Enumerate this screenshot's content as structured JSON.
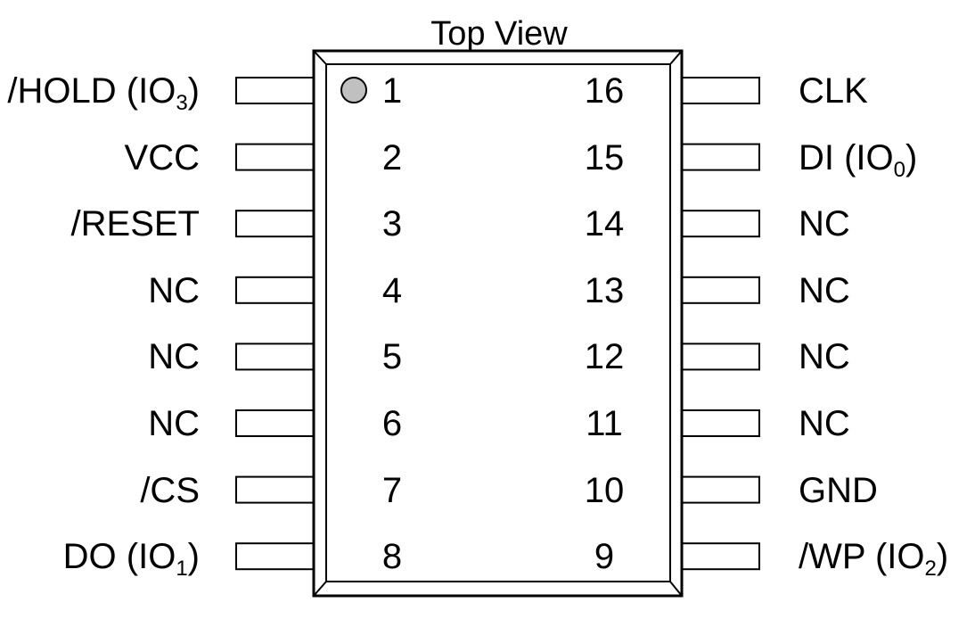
{
  "diagram": {
    "title": "Top View",
    "left_pins": [
      {
        "number": "1",
        "name": "/HOLD (IO",
        "sub": "3",
        "suffix": ")"
      },
      {
        "number": "2",
        "name": "VCC",
        "sub": "",
        "suffix": ""
      },
      {
        "number": "3",
        "name": "/RESET",
        "sub": "",
        "suffix": ""
      },
      {
        "number": "4",
        "name": "NC",
        "sub": "",
        "suffix": ""
      },
      {
        "number": "5",
        "name": "NC",
        "sub": "",
        "suffix": ""
      },
      {
        "number": "6",
        "name": "NC",
        "sub": "",
        "suffix": ""
      },
      {
        "number": "7",
        "name": "/CS",
        "sub": "",
        "suffix": ""
      },
      {
        "number": "8",
        "name": "DO (IO",
        "sub": "1",
        "suffix": ")"
      }
    ],
    "right_pins": [
      {
        "number": "16",
        "name": "CLK",
        "sub": "",
        "suffix": ""
      },
      {
        "number": "15",
        "name": "DI (IO",
        "sub": "0",
        "suffix": ")"
      },
      {
        "number": "14",
        "name": "NC",
        "sub": "",
        "suffix": ""
      },
      {
        "number": "13",
        "name": "NC",
        "sub": "",
        "suffix": ""
      },
      {
        "number": "12",
        "name": "NC",
        "sub": "",
        "suffix": ""
      },
      {
        "number": "11",
        "name": "NC",
        "sub": "",
        "suffix": ""
      },
      {
        "number": "10",
        "name": "GND",
        "sub": "",
        "suffix": ""
      },
      {
        "number": "9",
        "name": "/WP (IO",
        "sub": "2",
        "suffix": ")"
      }
    ],
    "colors": {
      "outline": "#000000",
      "pin1_marker": "#c0c0c0"
    }
  }
}
